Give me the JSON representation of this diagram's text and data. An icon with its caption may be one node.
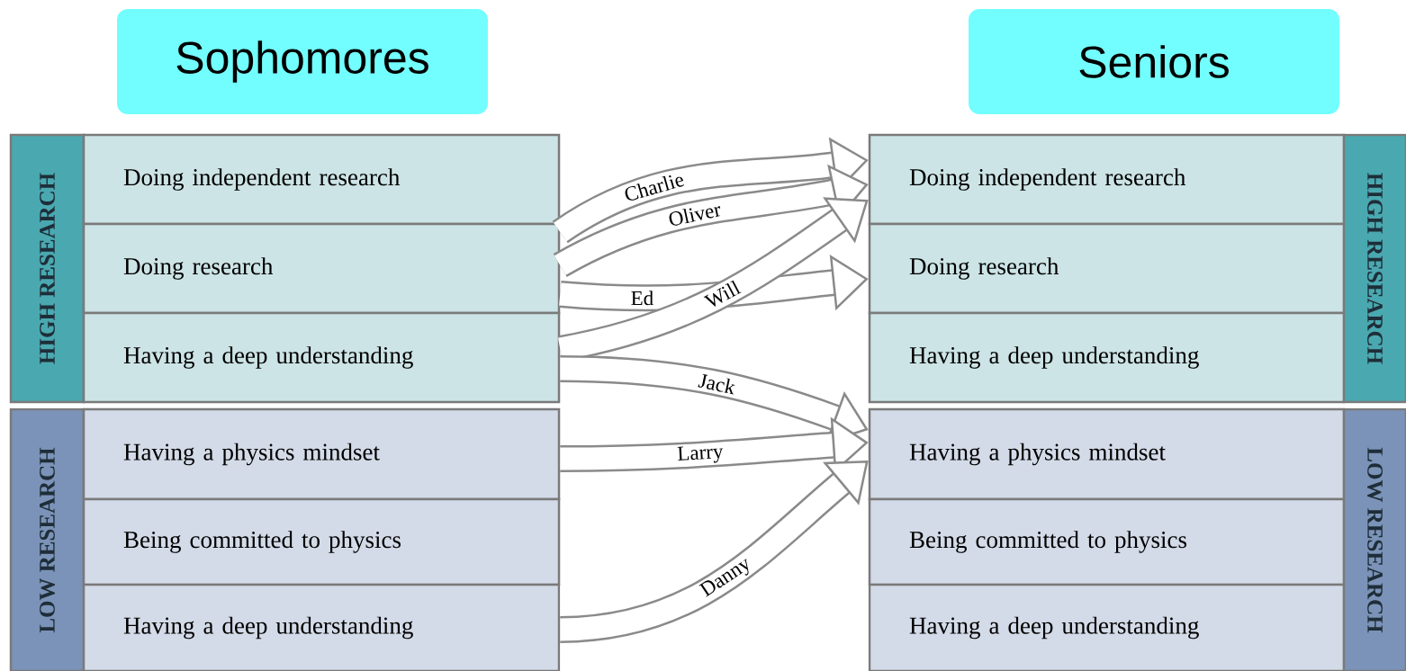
{
  "diagram": {
    "nodes": [
      {
        "text": [
          "Sophomores"
        ]
      },
      {
        "text": [
          "Seniors"
        ]
      },
      {
        "text": [
          "HIGH RESEARCH"
        ]
      },
      {
        "text": [
          "Doing independent research"
        ]
      },
      {
        "text": [
          "Doing research"
        ]
      },
      {
        "text": [
          "Having a deep understanding"
        ]
      },
      {
        "text": [
          "LOW RESEARCH"
        ]
      },
      {
        "text": [
          "Having a physics mindset"
        ]
      },
      {
        "text": [
          "Being committed to physics"
        ]
      },
      {
        "text": [
          "Having a deep understanding"
        ]
      },
      {
        "text": [
          "Doing independent research"
        ]
      },
      {
        "text": [
          "Doing research"
        ]
      },
      {
        "text": [
          "Having a deep understanding"
        ]
      },
      {
        "text": [
          "HIGH RESEARCH"
        ]
      },
      {
        "text": [
          "Having a physics mindset"
        ]
      },
      {
        "text": [
          "Being committed to physics"
        ]
      },
      {
        "text": [
          "Having a deep understanding"
        ]
      },
      {
        "text": [
          "LOW RESEARCH"
        ]
      }
    ],
    "edges": [
      {
        "from": 3,
        "to": 10,
        "arrow": "to",
        "label": "Charlie"
      },
      {
        "from": 4,
        "to": 10,
        "arrow": "to",
        "label": "Oliver"
      },
      {
        "from": 4,
        "to": 11,
        "arrow": "to",
        "label": "Ed"
      },
      {
        "from": 5,
        "to": 10,
        "arrow": "to",
        "label": "Will"
      },
      {
        "from": 5,
        "to": 14,
        "arrow": "to",
        "label": "Jack"
      },
      {
        "from": 7,
        "to": 14,
        "arrow": "to",
        "label": "Larry"
      },
      {
        "from": 9,
        "to": 14,
        "arrow": "to",
        "label": "Danny"
      }
    ]
  }
}
